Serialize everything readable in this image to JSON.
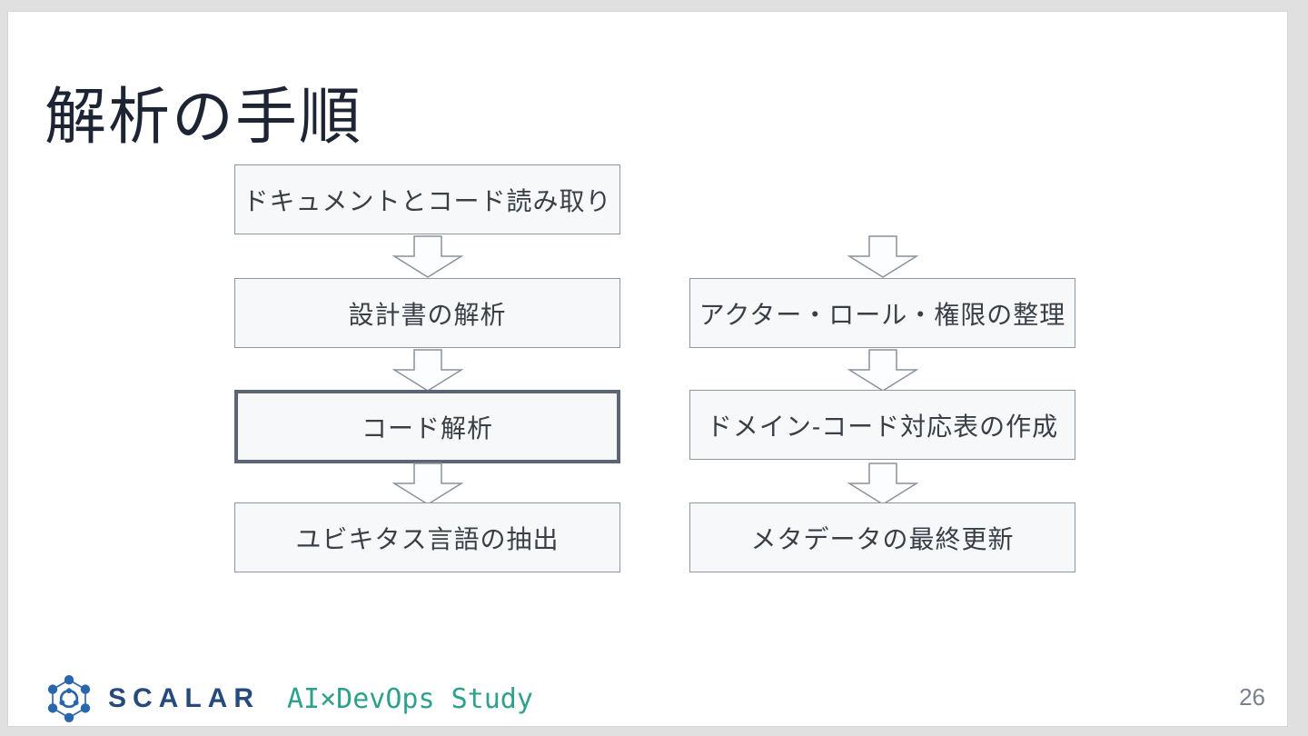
{
  "slide": {
    "title": "解析の手順",
    "page_number": "26"
  },
  "flowchart": {
    "left_column": {
      "steps": [
        {
          "label": "ドキュメントとコード読み取り",
          "emphasized": false
        },
        {
          "label": "設計書の解析",
          "emphasized": false
        },
        {
          "label": "コード解析",
          "emphasized": true
        },
        {
          "label": "ユビキタス言語の抽出",
          "emphasized": false
        }
      ]
    },
    "right_column": {
      "steps": [
        {
          "label": "アクター・ロール・権限の整理",
          "emphasized": false
        },
        {
          "label": "ドメイン-コード対応表の作成",
          "emphasized": false
        },
        {
          "label": "メタデータの最終更新",
          "emphasized": false
        }
      ]
    },
    "colors": {
      "box_fill": "#F6F8F9",
      "box_border": "#8E969F",
      "emphasized_box_border": "#5B6576",
      "arrow_outline": "#8A929B",
      "arrow_fill": "#FCFDFE",
      "box_text": "#3A3F47"
    }
  },
  "footer": {
    "brand": "SCALAR",
    "event": "AI×DevOps Study",
    "brand_color": "#274A7D",
    "event_color": "#2EA18C",
    "logo_color": "#2A66AE"
  },
  "theme": {
    "title_color": "#1D2535",
    "slide_background": "#FFFFFF",
    "canvas_background": "#E0E0E0",
    "page_number_color": "#7A818C"
  }
}
